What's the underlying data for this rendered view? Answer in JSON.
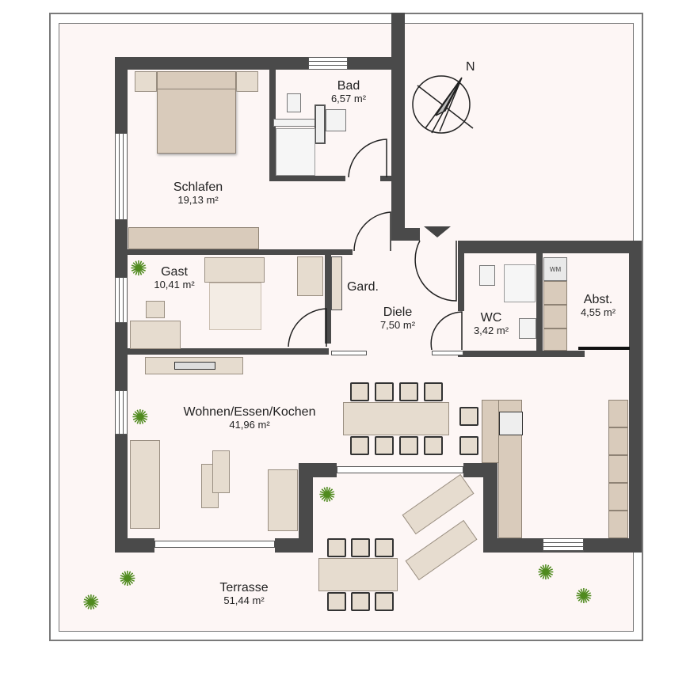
{
  "floorplan": {
    "compass": {
      "label": "N",
      "icon": "compass-north-arrow-icon"
    },
    "entrance_marker": {
      "icon": "entrance-triangle-icon"
    },
    "rooms": [
      {
        "id": "schlafen",
        "name": "Schlafen",
        "area": "19,13 m²"
      },
      {
        "id": "bad",
        "name": "Bad",
        "area": "6,57 m²"
      },
      {
        "id": "gast",
        "name": "Gast",
        "area": "10,41 m²"
      },
      {
        "id": "gard",
        "name": "Gard.",
        "area": ""
      },
      {
        "id": "diele",
        "name": "Diele",
        "area": "7,50 m²"
      },
      {
        "id": "wc",
        "name": "WC",
        "area": "3,42 m²"
      },
      {
        "id": "abst",
        "name": "Abst.",
        "area": "4,55 m²"
      },
      {
        "id": "wohnen",
        "name": "Wohnen/Essen/Kochen",
        "area": "41,96 m²"
      },
      {
        "id": "terrasse",
        "name": "Terrasse",
        "area": "51,44 m²"
      }
    ],
    "appliances": {
      "washing_machine": "WM"
    },
    "colors": {
      "wall": "#4a4a4a",
      "floor": "#fdf6f5",
      "furniture": "#d9cbbb",
      "plant": "#4f8a1e"
    }
  }
}
